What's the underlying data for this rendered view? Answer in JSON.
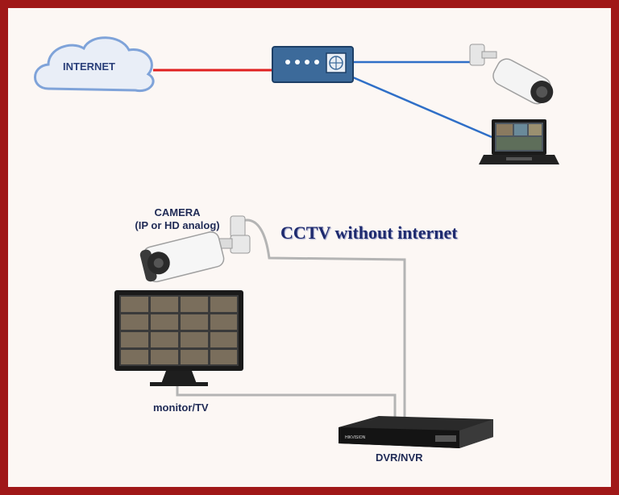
{
  "colors": {
    "border": "#a01818",
    "background": "#fcf7f4",
    "internet_link": "#e02020",
    "network_link": "#2f6fc7",
    "cable": "#b4b4b4",
    "text": "#1f2a55"
  },
  "top": {
    "cloud_label": "INTERNET"
  },
  "bottom": {
    "headline": "CCTV without internet",
    "camera_label_line1": "CAMERA",
    "camera_label_line2": "(IP or HD analog)",
    "monitor_label": "monitor/TV",
    "recorder_label": "DVR/NVR",
    "recorder_brand": "HIKVISION"
  }
}
